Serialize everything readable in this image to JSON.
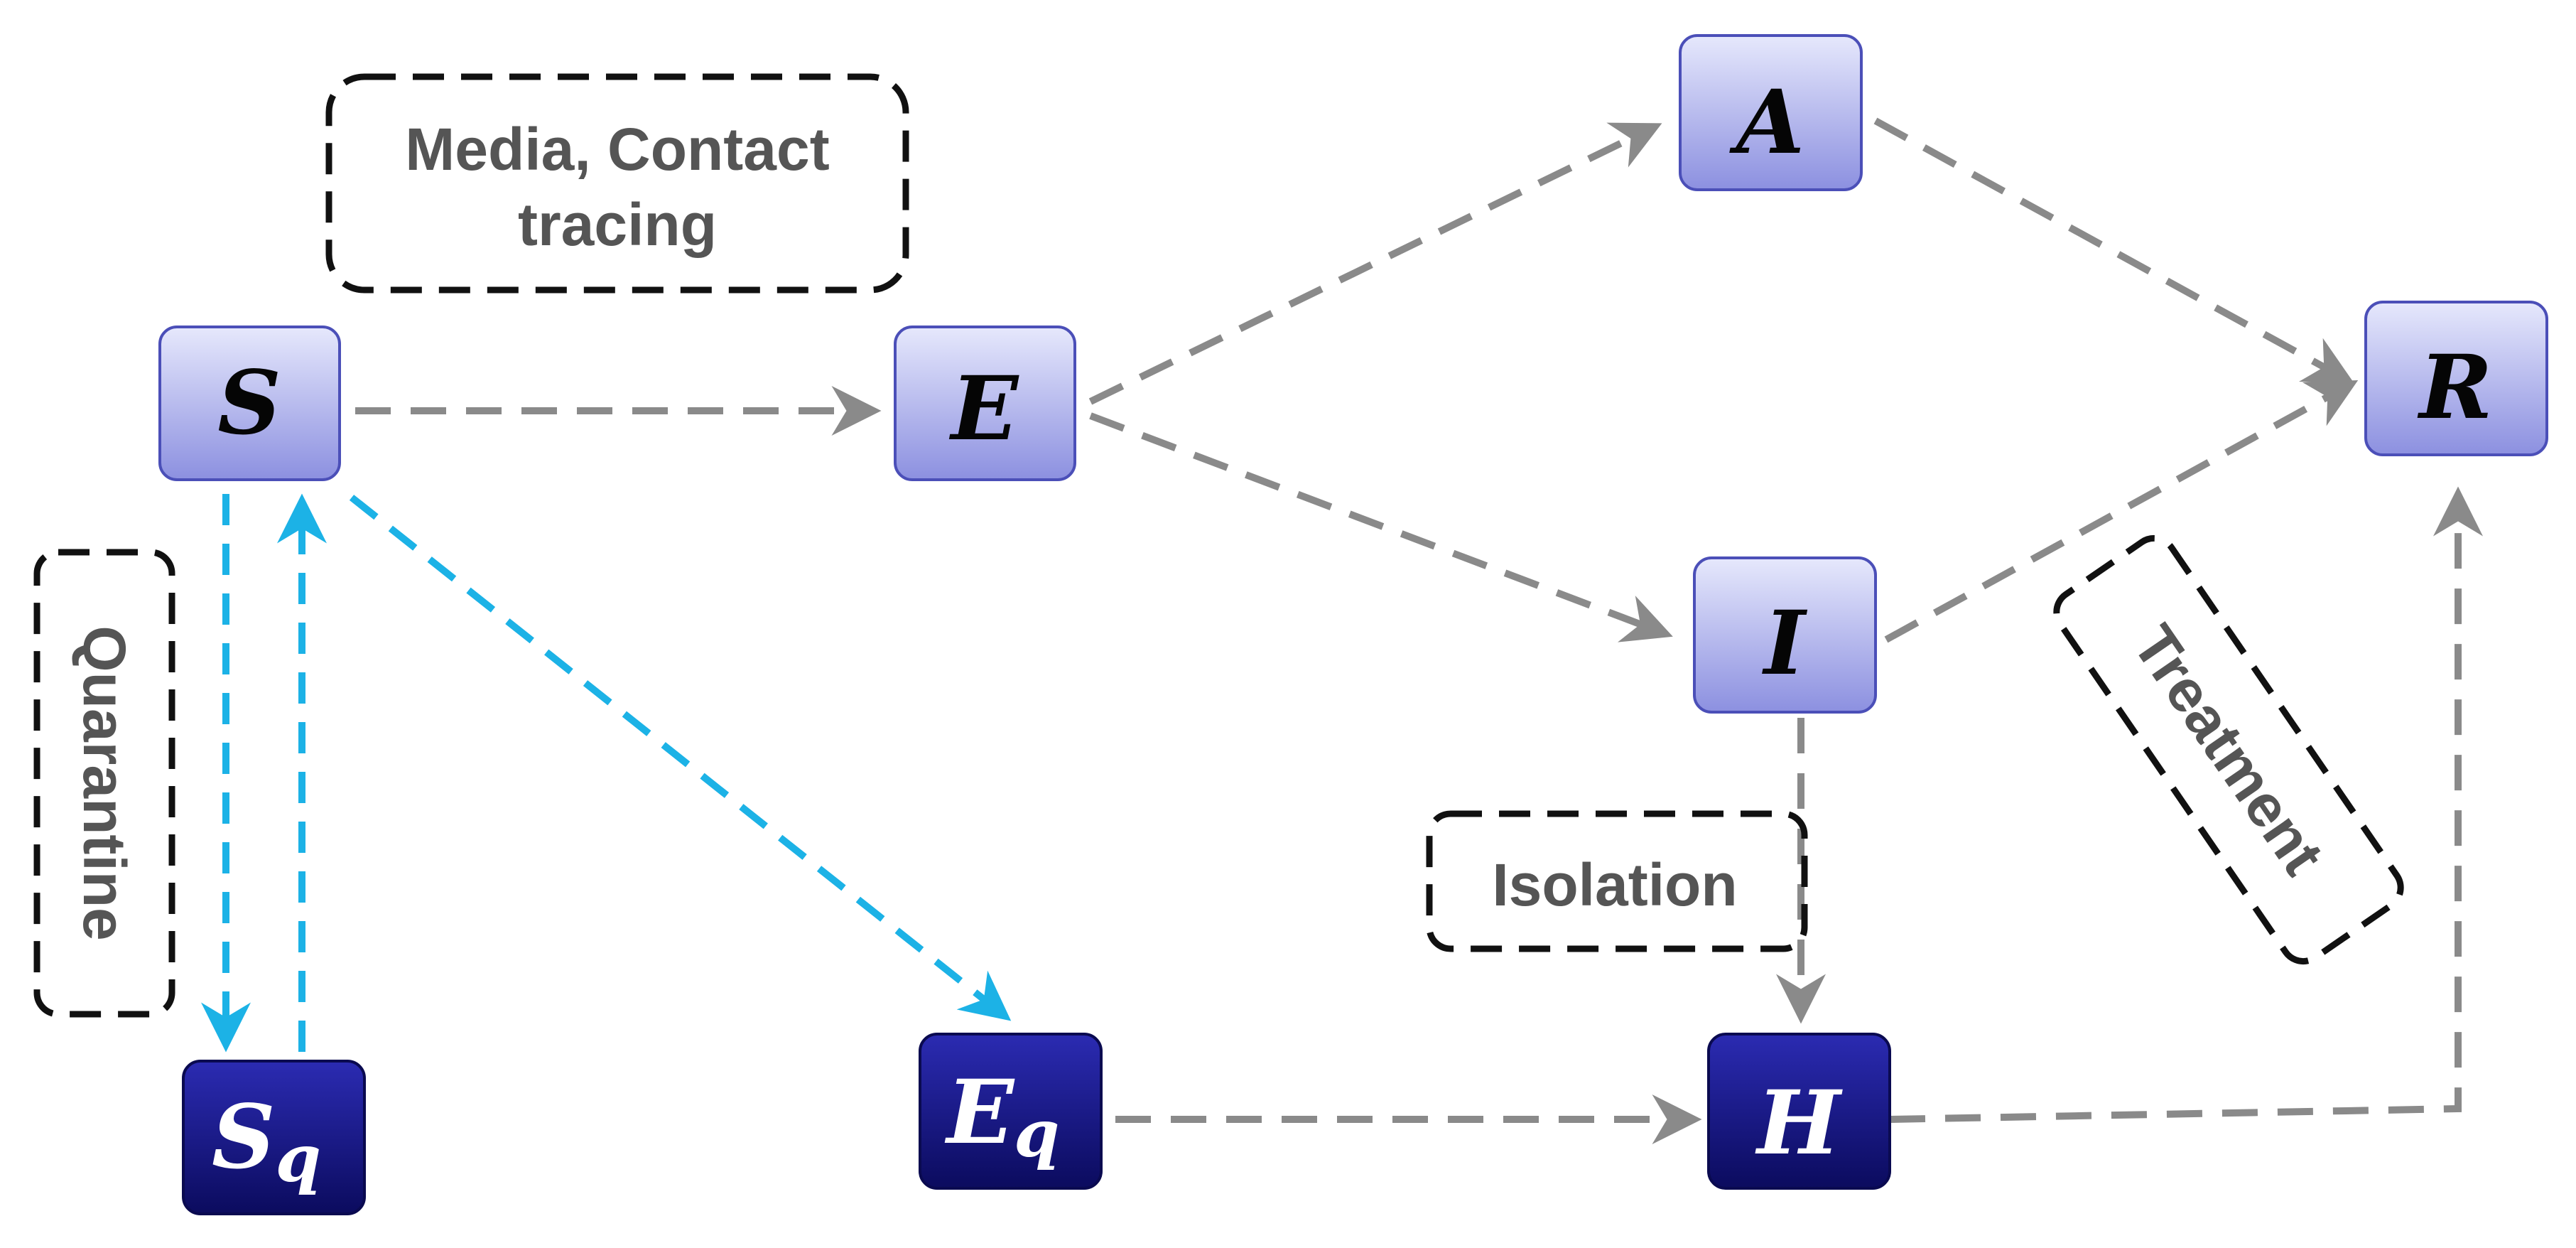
{
  "nodes": {
    "S": {
      "main": "S",
      "sub": ""
    },
    "E": {
      "main": "E",
      "sub": ""
    },
    "A": {
      "main": "A",
      "sub": ""
    },
    "I": {
      "main": "I",
      "sub": ""
    },
    "R": {
      "main": "R",
      "sub": ""
    },
    "Sq": {
      "main": "S",
      "sub": "q"
    },
    "Eq": {
      "main": "E",
      "sub": "q"
    },
    "H": {
      "main": "H",
      "sub": ""
    }
  },
  "boxes": {
    "media_line1": "Media, Contact",
    "media_line2": "tracing",
    "quarantine": "Quarantine",
    "isolation": "Isolation",
    "treatment": "Treatment"
  },
  "edges": [
    {
      "from": "S",
      "to": "E"
    },
    {
      "from": "E",
      "to": "A"
    },
    {
      "from": "E",
      "to": "I"
    },
    {
      "from": "A",
      "to": "R"
    },
    {
      "from": "I",
      "to": "R"
    },
    {
      "from": "S",
      "to": "Sq"
    },
    {
      "from": "Sq",
      "to": "S"
    },
    {
      "from": "S",
      "to": "Eq"
    },
    {
      "from": "Eq",
      "to": "H"
    },
    {
      "from": "I",
      "to": "H"
    },
    {
      "from": "H",
      "to": "R"
    }
  ],
  "colors": {
    "light_node_top": "#e4e6fb",
    "light_node_bottom": "#8e92e2",
    "dark_node_top": "#2a2ab0",
    "dark_node_bottom": "#0c0c60",
    "gray_arrow": "#8a8a8a",
    "blue_arrow": "#1cb2e6",
    "box_border": "#111111",
    "box_text": "#555555"
  }
}
